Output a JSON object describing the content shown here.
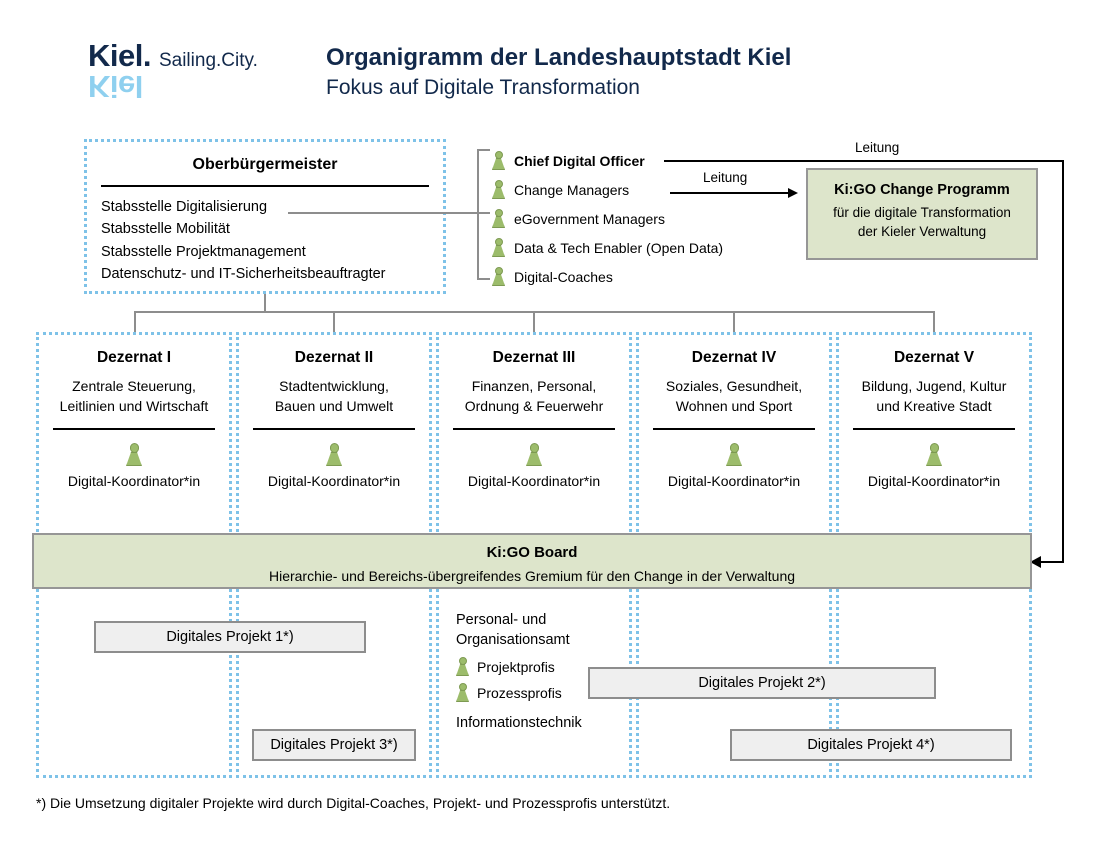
{
  "header": {
    "logo": {
      "wordmark": "Kiel.",
      "claim": "Sailing.City.",
      "mirror": "Kiel"
    },
    "title": "Organigramm der Landeshauptstadt Kiel",
    "subtitle": "Fokus auf Digitale Transformation"
  },
  "oberbuergermeister": {
    "title": "Oberbürgermeister",
    "units": [
      "Stabsstelle Digitalisierung",
      "Stabsstelle Mobilität",
      "Stabsstelle Projektmanagement",
      "Datenschutz- und IT-Sicherheitsbeauftragter"
    ]
  },
  "digital_roles": [
    {
      "label": "Chief Digital Officer",
      "bold": true,
      "icon": "person-icon"
    },
    {
      "label": "Change Managers",
      "bold": false,
      "icon": "person-icon"
    },
    {
      "label": "eGovernment Managers",
      "bold": false,
      "icon": "person-icon"
    },
    {
      "label": "Data & Tech Enabler (Open Data)",
      "bold": false,
      "icon": "person-icon"
    },
    {
      "label": "Digital-Coaches",
      "bold": false,
      "icon": "person-icon"
    }
  ],
  "connectors": {
    "leitung_top": "Leitung",
    "leitung_arrow": "Leitung"
  },
  "kigo_programm": {
    "title": "Ki:GO Change Programm",
    "line1": "für die digitale Transformation",
    "line2": "der Kieler Verwaltung"
  },
  "dezernate": [
    {
      "title": "Dezernat I",
      "desc_line1": "Zentrale Steuerung,",
      "desc_line2": "Leitlinien und Wirtschaft",
      "coordinator": "Digital-Koordinator*in"
    },
    {
      "title": "Dezernat II",
      "desc_line1": "Stadtentwicklung,",
      "desc_line2": "Bauen und Umwelt",
      "coordinator": "Digital-Koordinator*in"
    },
    {
      "title": "Dezernat III",
      "desc_line1": "Finanzen, Personal,",
      "desc_line2": "Ordnung & Feuerwehr",
      "coordinator": "Digital-Koordinator*in"
    },
    {
      "title": "Dezernat IV",
      "desc_line1": "Soziales, Gesundheit,",
      "desc_line2": "Wohnen und Sport",
      "coordinator": "Digital-Koordinator*in"
    },
    {
      "title": "Dezernat V",
      "desc_line1": "Bildung, Jugend, Kultur",
      "desc_line2": "und Kreative Stadt",
      "coordinator": "Digital-Koordinator*in"
    }
  ],
  "kigo_board": {
    "title": "Ki:GO Board",
    "subtitle": "Hierarchie- und Bereichs-übergreifendes Gremium für den Change in der Verwaltung"
  },
  "projects": [
    {
      "label": "Digitales Projekt 1*)"
    },
    {
      "label": "Digitales Projekt 2*)"
    },
    {
      "label": "Digitales Projekt 3*)"
    },
    {
      "label": "Digitales Projekt 4*)"
    }
  ],
  "personal_organisationsamt": {
    "line1": "Personal- und",
    "line2": "Organisationsamt",
    "roles": [
      {
        "label": "Projektprofis",
        "icon": "person-icon"
      },
      {
        "label": "Prozessprofis",
        "icon": "person-icon"
      }
    ],
    "it_label": "Informationstechnik"
  },
  "footnote": "*) Die Umsetzung digitaler Projekte wird durch Digital-Coaches, Projekt- und Prozessprofis unterstützt.",
  "colors": {
    "brand_navy": "#12294b",
    "brand_light_blue": "#8fd0ef",
    "dotted_border": "#7ec2e8",
    "green_fill": "#dde5cb",
    "person_green": "#9cbc6b",
    "gray_line": "#8d8d8d",
    "project_fill": "#efefef"
  }
}
